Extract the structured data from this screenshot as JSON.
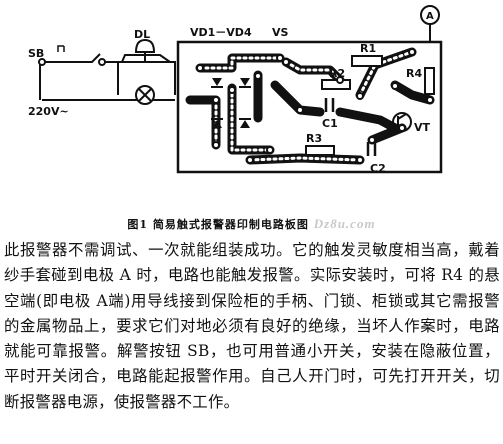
{
  "figure": {
    "labels": {
      "sb": "SB",
      "dl": "DL",
      "voltage": "220V~",
      "diodes": "VD1－VD4",
      "vs": "VS",
      "r1": "R1",
      "r2": "R2",
      "r3": "R3",
      "r4": "R4",
      "c1": "C1",
      "c2": "C2",
      "vt": "VT",
      "a": "A"
    },
    "caption": "图1  简易触式报警器印制电路板图",
    "watermark": "Dz8u.com"
  },
  "text": {
    "paragraph": "此报警器不需调试、一次就能组装成功。它的触发灵敏度相当高，戴着纱手套碰到电极 A 时，电路也能触发报警。实际安装时，可将 R4 的悬空端(即电极 A端)用导线接到保险柜的手柄、门锁、柜锁或其它需报警的金属物品上，要求它们对地必须有良好的绝缘，当坏人作案时，电路就能可靠报警。解警按钮 SB，也可用普通小开关，安装在隐蔽位置，平时开关闭合，电路能起报警作用。自己人开门时，可先打开开关，切断报警器电源，使报警器不工作。"
  }
}
